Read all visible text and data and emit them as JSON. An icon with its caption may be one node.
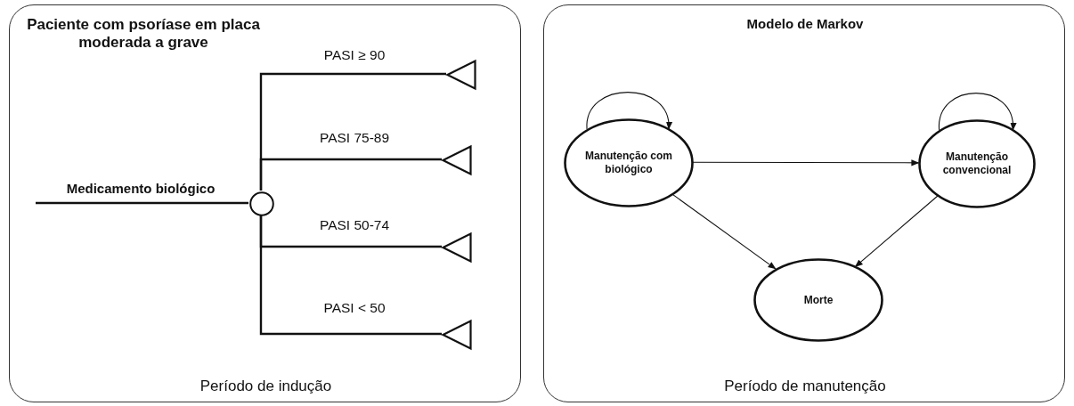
{
  "diagram": {
    "nodes": [
      {
        "text": [
          "Paciente com psoríase em placa moderada a grave",
          "Período de indução"
        ]
      },
      {
        "text": [],
        "shape": "circle",
        "in": 0
      },
      {
        "text": [],
        "shape": "triangle",
        "in": 0
      },
      {
        "text": [],
        "shape": "triangle",
        "in": 0
      },
      {
        "text": [],
        "shape": "triangle",
        "in": 0
      },
      {
        "text": [],
        "shape": "triangle",
        "in": 0
      },
      {
        "text": [
          "Modelo de Markov",
          "Período de manutenção"
        ]
      },
      {
        "text": [
          "Manutenção com biológico"
        ],
        "in": 6
      },
      {
        "text": [
          "Manutenção convencional"
        ],
        "in": 6
      },
      {
        "text": [
          "Morte"
        ],
        "in": 6
      }
    ],
    "edges": [
      {
        "from": null,
        "to": 1,
        "arrow": "none",
        "label": "Medicamento biológico"
      },
      {
        "from": 1,
        "to": 2,
        "arrow": "none",
        "label": "PASI ≥ 90"
      },
      {
        "from": 1,
        "to": 3,
        "arrow": "none",
        "label": "PASI 75-89"
      },
      {
        "from": 1,
        "to": 4,
        "arrow": "none",
        "label": "PASI 50-74"
      },
      {
        "from": 1,
        "to": 5,
        "arrow": "none",
        "label": "PASI < 50"
      },
      {
        "from": 7,
        "to": 7,
        "arrow": "to"
      },
      {
        "from": 7,
        "to": 8,
        "arrow": "to"
      },
      {
        "from": 7,
        "to": 9,
        "arrow": "to"
      },
      {
        "from": 8,
        "to": 8,
        "arrow": "to"
      },
      {
        "from": 8,
        "to": 9,
        "arrow": "to"
      }
    ]
  }
}
